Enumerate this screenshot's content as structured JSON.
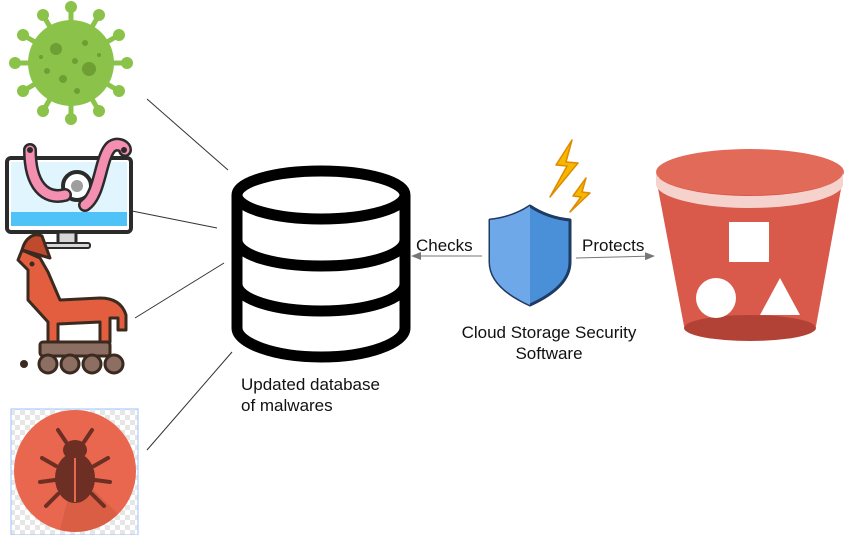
{
  "diagram": {
    "labels": {
      "db_line1": "Updated database",
      "db_line2": "of malwares",
      "checks": "Checks",
      "protects": "Protects",
      "software_line1": "Cloud Storage Security",
      "software_line2": "Software"
    },
    "nodes": [
      {
        "id": "virus",
        "icon": "virus-icon"
      },
      {
        "id": "worm",
        "icon": "worm-monitor-icon"
      },
      {
        "id": "trojan",
        "icon": "trojan-horse-icon"
      },
      {
        "id": "bug",
        "icon": "bug-icon"
      },
      {
        "id": "database",
        "icon": "database-icon"
      },
      {
        "id": "security-software",
        "icon": "shield-lightning-icon"
      },
      {
        "id": "storage",
        "icon": "storage-bucket-icon"
      }
    ],
    "edges": [
      {
        "from": "virus",
        "to": "database"
      },
      {
        "from": "worm",
        "to": "database"
      },
      {
        "from": "trojan",
        "to": "database"
      },
      {
        "from": "bug",
        "to": "database"
      },
      {
        "from": "security-software",
        "to": "database",
        "label": "Checks"
      },
      {
        "from": "security-software",
        "to": "storage",
        "label": "Protects"
      }
    ],
    "colors": {
      "virus": "#8BC34A",
      "bug_circle": "#E8674E",
      "bucket": "#D9594A",
      "shield": "#4A90D9",
      "lightning": "#F5B800"
    }
  }
}
